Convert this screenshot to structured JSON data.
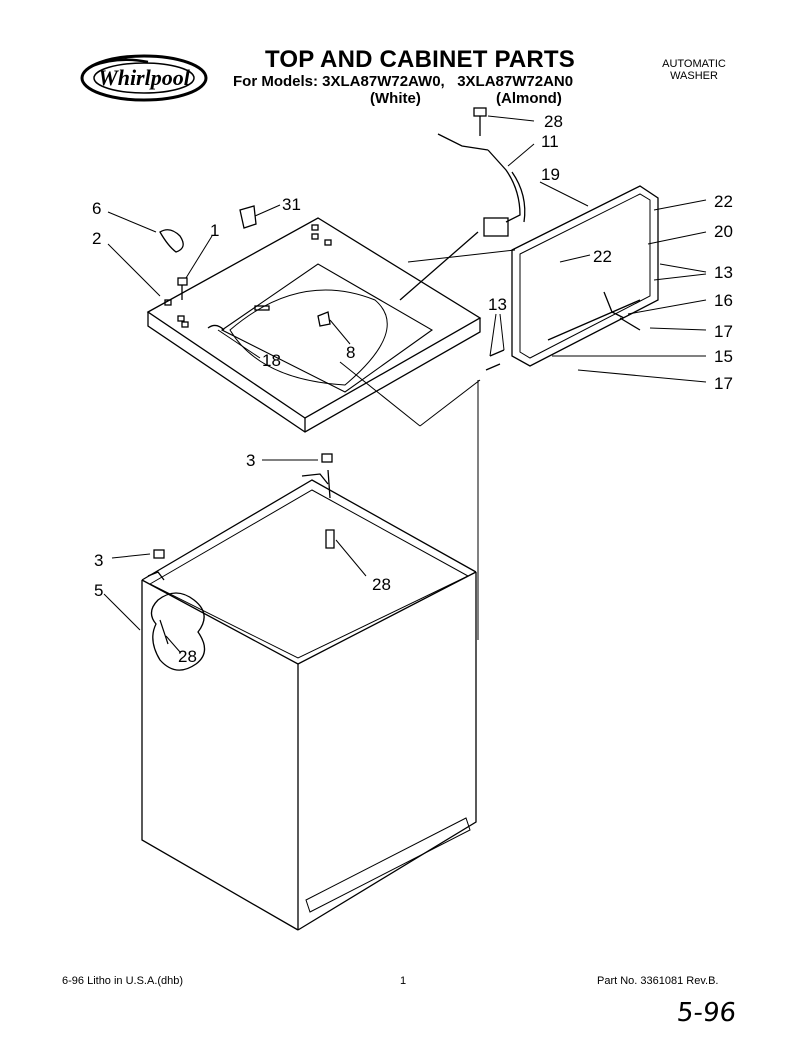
{
  "header": {
    "brand": "Whirlpool",
    "title": "TOP AND CABINET PARTS",
    "models_line": "For Models: 3XLA87W72AW0,   3XLA87W72AN0",
    "color_white": "(White)",
    "color_almond": "(Almond)",
    "category_line1": "AUTOMATIC",
    "category_line2": "WASHER"
  },
  "callouts": {
    "c6": "6",
    "c31": "31",
    "c1": "1",
    "c2": "2",
    "c18": "18",
    "c8": "8",
    "c28_top": "28",
    "c11": "11",
    "c19": "19",
    "c22_a": "22",
    "c22_b": "22",
    "c20": "20",
    "c13_a": "13",
    "c13_b": "13",
    "c16": "16",
    "c17_a": "17",
    "c15": "15",
    "c17_b": "17",
    "c3_a": "3",
    "c3_b": "3",
    "c28_mid": "28",
    "c5": "5",
    "c28_low": "28"
  },
  "footer": {
    "litho": "6-96 Litho in U.S.A.(dhb)",
    "page": "1",
    "part_no": "Part No. 3361081 Rev.B.",
    "handwritten": "5-96"
  }
}
